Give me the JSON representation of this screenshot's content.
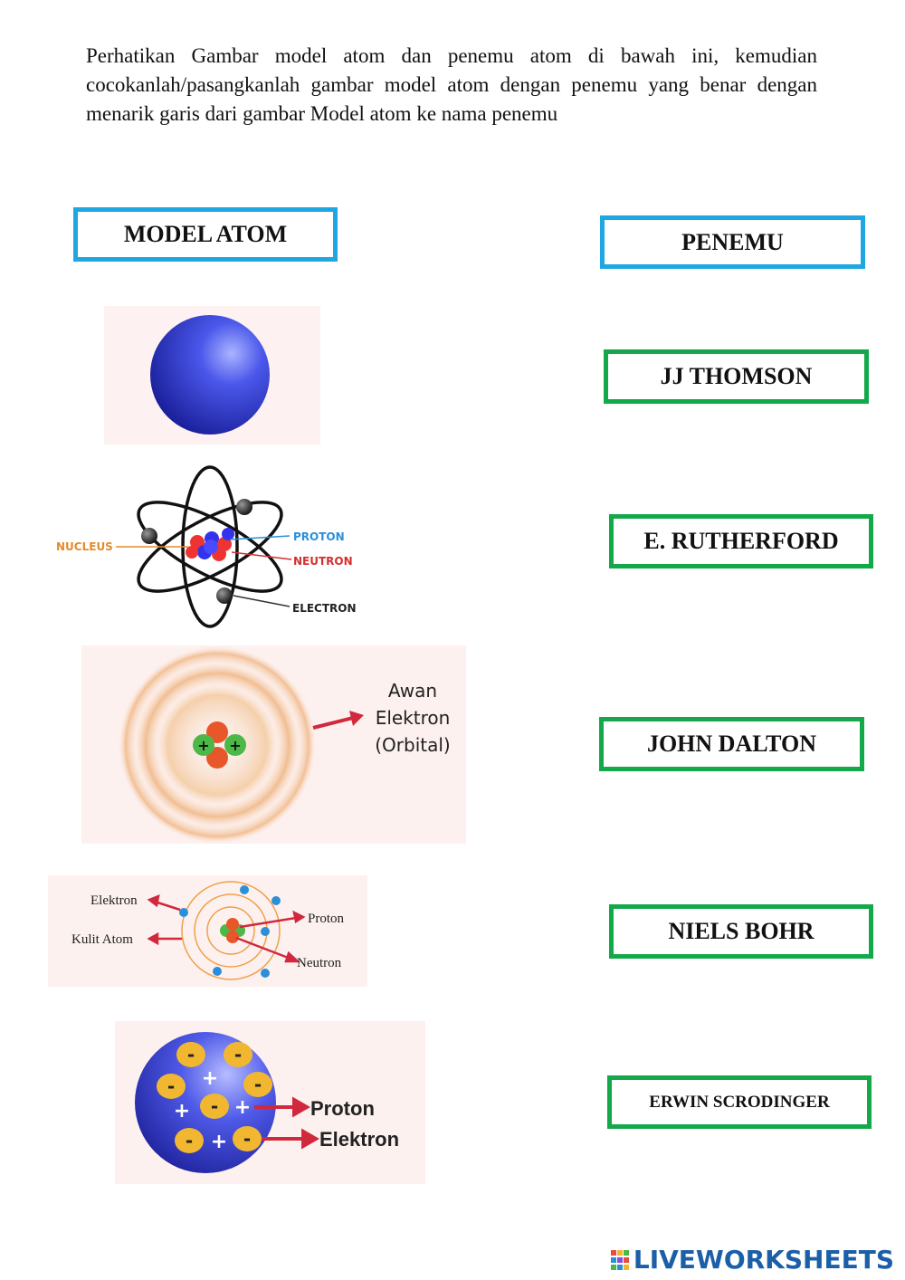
{
  "instructions": "Perhatikan Gambar model atom dan penemu atom di bawah ini, kemudian cocokanlah/pasangkanlah gambar model atom dengan penemu yang benar dengan menarik garis dari  gambar Model atom ke nama penemu",
  "headers": {
    "model": "MODEL ATOM",
    "inventor": "PENEMU"
  },
  "inventors": [
    "JJ THOMSON",
    "E. RUTHERFORD",
    "JOHN DALTON",
    "NIELS BOHR",
    "ERWIN SCRODINGER"
  ],
  "models": {
    "rutherford": {
      "nucleus": "NUCLEUS",
      "proton": "PROTON",
      "neutron": "NEUTRON",
      "electron": "ELECTRON"
    },
    "schrodinger": {
      "line1": "Awan",
      "line2": "Elektron",
      "line3": "(Orbital)"
    },
    "bohr": {
      "electron": "Elektron",
      "shell": "Kulit Atom",
      "proton": "Proton",
      "neutron": "Neutron"
    },
    "thomson": {
      "proton": "Proton",
      "electron": "Elektron"
    }
  },
  "brand": "LIVEWORKSHEETS",
  "colors": {
    "header_border": "#1ea7e1",
    "name_border": "#13a84a",
    "brand": "#1b5fa8"
  }
}
